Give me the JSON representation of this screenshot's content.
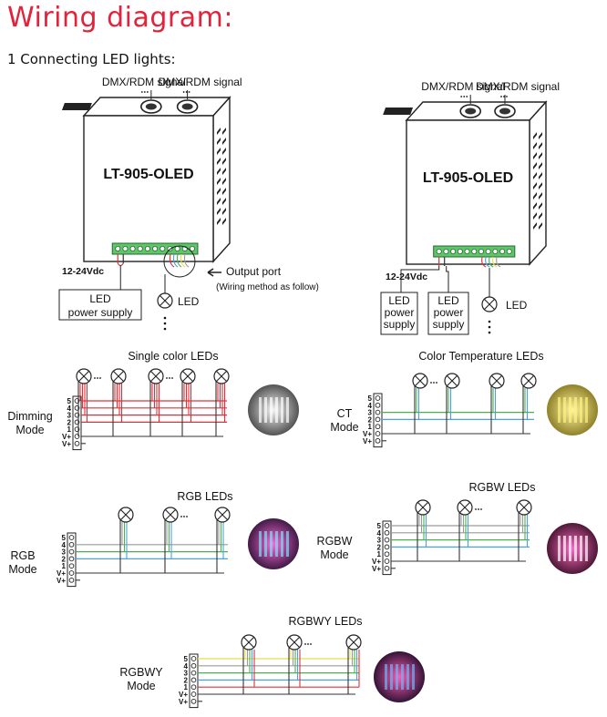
{
  "page": {
    "title": "Wiring diagram:",
    "subtitle": "1 Connecting LED lights:"
  },
  "controllers": [
    {
      "model": "LT-905-OLED",
      "signal_left": "DMX/RDM signal",
      "signal_right": "DMX/RDM signal",
      "supply_voltage": "12-24Vdc",
      "output_port": "Output port",
      "output_note": "(Wiring method as follow)",
      "psu_lines": [
        "LED",
        "power supply"
      ],
      "led_label": "LED"
    },
    {
      "model": "LT-905-OLED",
      "signal_left": "DMX/RDM signal",
      "signal_right": "DMX/RDM signal",
      "supply_voltage": "12-24Vdc",
      "psu_a_lines": [
        "LED",
        "power",
        "supply"
      ],
      "psu_b_lines": [
        "LED",
        "power",
        "supply"
      ],
      "led_label": "LED"
    }
  ],
  "terminal_labels": [
    "5",
    "4",
    "3",
    "2",
    "1",
    "V+",
    "V+"
  ],
  "modes": [
    {
      "id": "dimming",
      "mode_lines": [
        "Dimming",
        "Mode"
      ],
      "leds_title": "Single color LEDs",
      "lamp_count": 5,
      "ellipsis": "..."
    },
    {
      "id": "ct",
      "mode_lines": [
        "CT",
        "Mode"
      ],
      "leds_title": "Color Temperature LEDs",
      "lamp_count": 4,
      "ellipsis": "..."
    },
    {
      "id": "rgb",
      "mode_lines": [
        "RGB",
        "Mode"
      ],
      "leds_title": "RGB LEDs",
      "lamp_count": 3,
      "ellipsis": "..."
    },
    {
      "id": "rgbw",
      "mode_lines": [
        "RGBW",
        "Mode"
      ],
      "leds_title": "RGBW LEDs",
      "lamp_count": 3,
      "ellipsis": "..."
    },
    {
      "id": "rgbwy",
      "mode_lines": [
        "RGBWY",
        "Mode"
      ],
      "leds_title": "RGBWY LEDs",
      "lamp_count": 3,
      "ellipsis": "..."
    }
  ],
  "colors": {
    "title": "#e2233b",
    "wire_red": "#e0303a",
    "wire_blue": "#4aa3df",
    "wire_green": "#4cb050",
    "wire_yellow": "#e8e04a",
    "wire_gray": "#9a9a9a",
    "wire_black": "#333333",
    "terminal_green": "#5fc46a"
  }
}
